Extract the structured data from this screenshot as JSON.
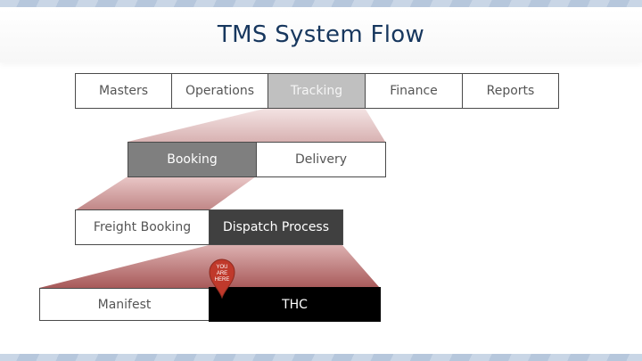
{
  "title": "TMS System Flow",
  "level1": [
    "Masters",
    "Operations",
    "Tracking",
    "Finance",
    "Reports"
  ],
  "level2": [
    "Booking",
    "Delivery"
  ],
  "level3": [
    "Freight Booking",
    "Dispatch Process"
  ],
  "level4": [
    "Manifest",
    "THC"
  ],
  "marker": {
    "line1": "YOU",
    "line2": "ARE",
    "line3": "HERE"
  },
  "colors": {
    "title": "#17375e",
    "marker": "#c0392b",
    "funnel": "#b35a5a"
  }
}
